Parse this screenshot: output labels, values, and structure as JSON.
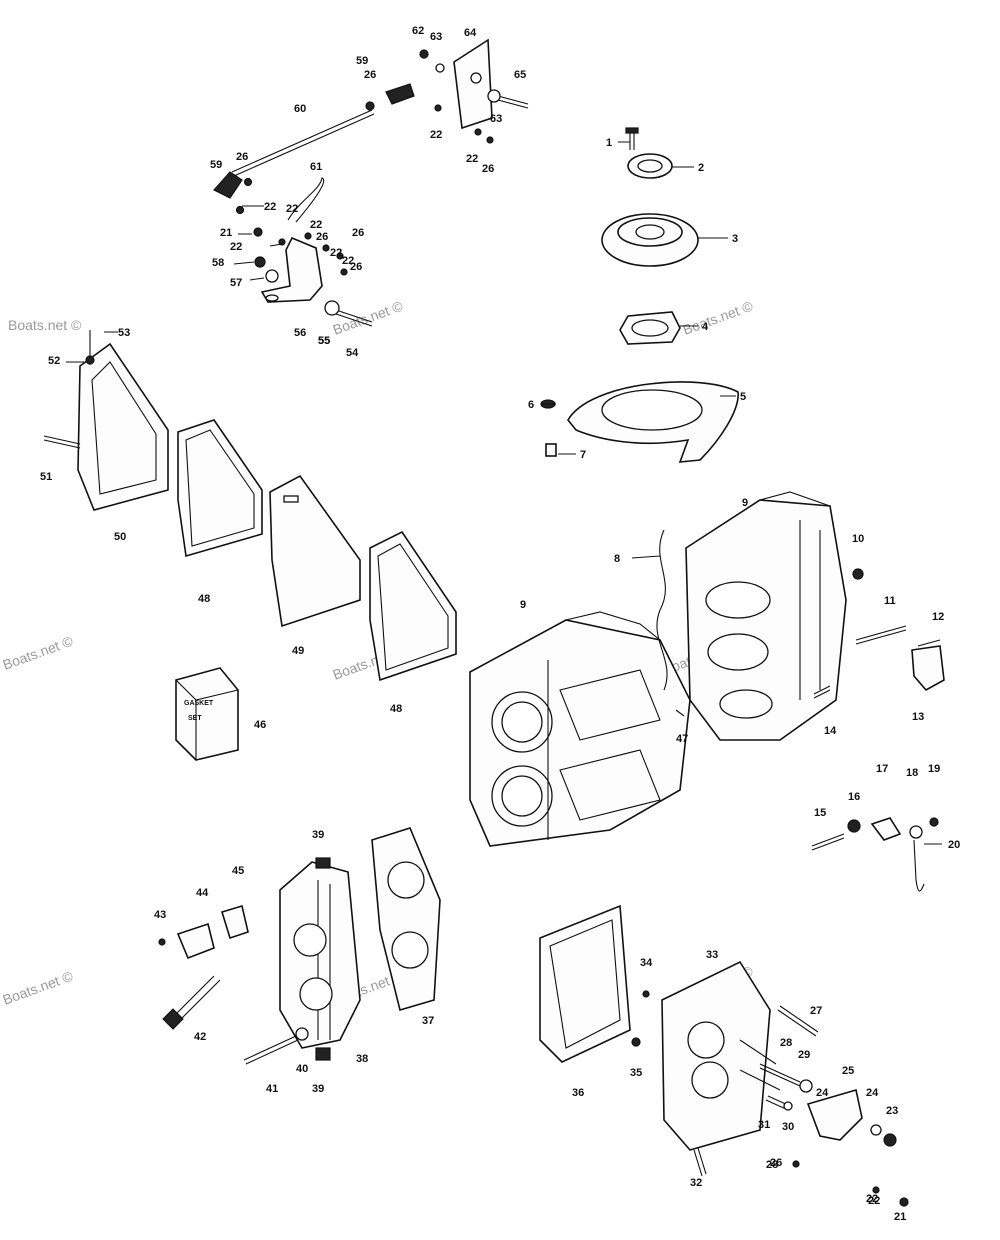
{
  "watermark": "Boats.net ©",
  "gasket_set_text": [
    "GASKET",
    "SET"
  ],
  "callouts": [
    {
      "n": "1"
    },
    {
      "n": "2"
    },
    {
      "n": "3"
    },
    {
      "n": "4"
    },
    {
      "n": "5"
    },
    {
      "n": "6"
    },
    {
      "n": "7"
    },
    {
      "n": "8"
    },
    {
      "n": "9"
    },
    {
      "n": "9"
    },
    {
      "n": "10"
    },
    {
      "n": "11"
    },
    {
      "n": "12"
    },
    {
      "n": "13"
    },
    {
      "n": "14"
    },
    {
      "n": "15"
    },
    {
      "n": "16"
    },
    {
      "n": "17"
    },
    {
      "n": "18"
    },
    {
      "n": "19"
    },
    {
      "n": "20"
    },
    {
      "n": "21"
    },
    {
      "n": "22"
    },
    {
      "n": "23"
    },
    {
      "n": "24"
    },
    {
      "n": "24"
    },
    {
      "n": "25"
    },
    {
      "n": "26"
    },
    {
      "n": "27"
    },
    {
      "n": "28"
    },
    {
      "n": "29"
    },
    {
      "n": "30"
    },
    {
      "n": "31"
    },
    {
      "n": "32"
    },
    {
      "n": "33"
    },
    {
      "n": "34"
    },
    {
      "n": "35"
    },
    {
      "n": "36"
    },
    {
      "n": "37"
    },
    {
      "n": "38"
    },
    {
      "n": "39"
    },
    {
      "n": "39"
    },
    {
      "n": "40"
    },
    {
      "n": "41"
    },
    {
      "n": "42"
    },
    {
      "n": "43"
    },
    {
      "n": "44"
    },
    {
      "n": "45"
    },
    {
      "n": "46"
    },
    {
      "n": "47"
    },
    {
      "n": "48"
    },
    {
      "n": "48"
    },
    {
      "n": "49"
    },
    {
      "n": "50"
    },
    {
      "n": "51"
    },
    {
      "n": "52"
    },
    {
      "n": "53"
    },
    {
      "n": "54"
    },
    {
      "n": "55"
    },
    {
      "n": "56"
    },
    {
      "n": "57"
    },
    {
      "n": "58"
    },
    {
      "n": "59"
    },
    {
      "n": "59"
    },
    {
      "n": "60"
    },
    {
      "n": "61"
    },
    {
      "n": "62"
    },
    {
      "n": "63"
    },
    {
      "n": "63"
    },
    {
      "n": "64"
    },
    {
      "n": "65"
    },
    {
      "n": "55"
    },
    {
      "n": "22"
    },
    {
      "n": "22"
    },
    {
      "n": "22"
    },
    {
      "n": "22"
    },
    {
      "n": "22"
    },
    {
      "n": "22"
    },
    {
      "n": "22"
    },
    {
      "n": "22"
    },
    {
      "n": "26"
    },
    {
      "n": "26"
    },
    {
      "n": "26"
    },
    {
      "n": "26"
    },
    {
      "n": "26"
    },
    {
      "n": "26"
    },
    {
      "n": "21"
    },
    {
      "n": "22"
    },
    {
      "n": "28"
    }
  ]
}
